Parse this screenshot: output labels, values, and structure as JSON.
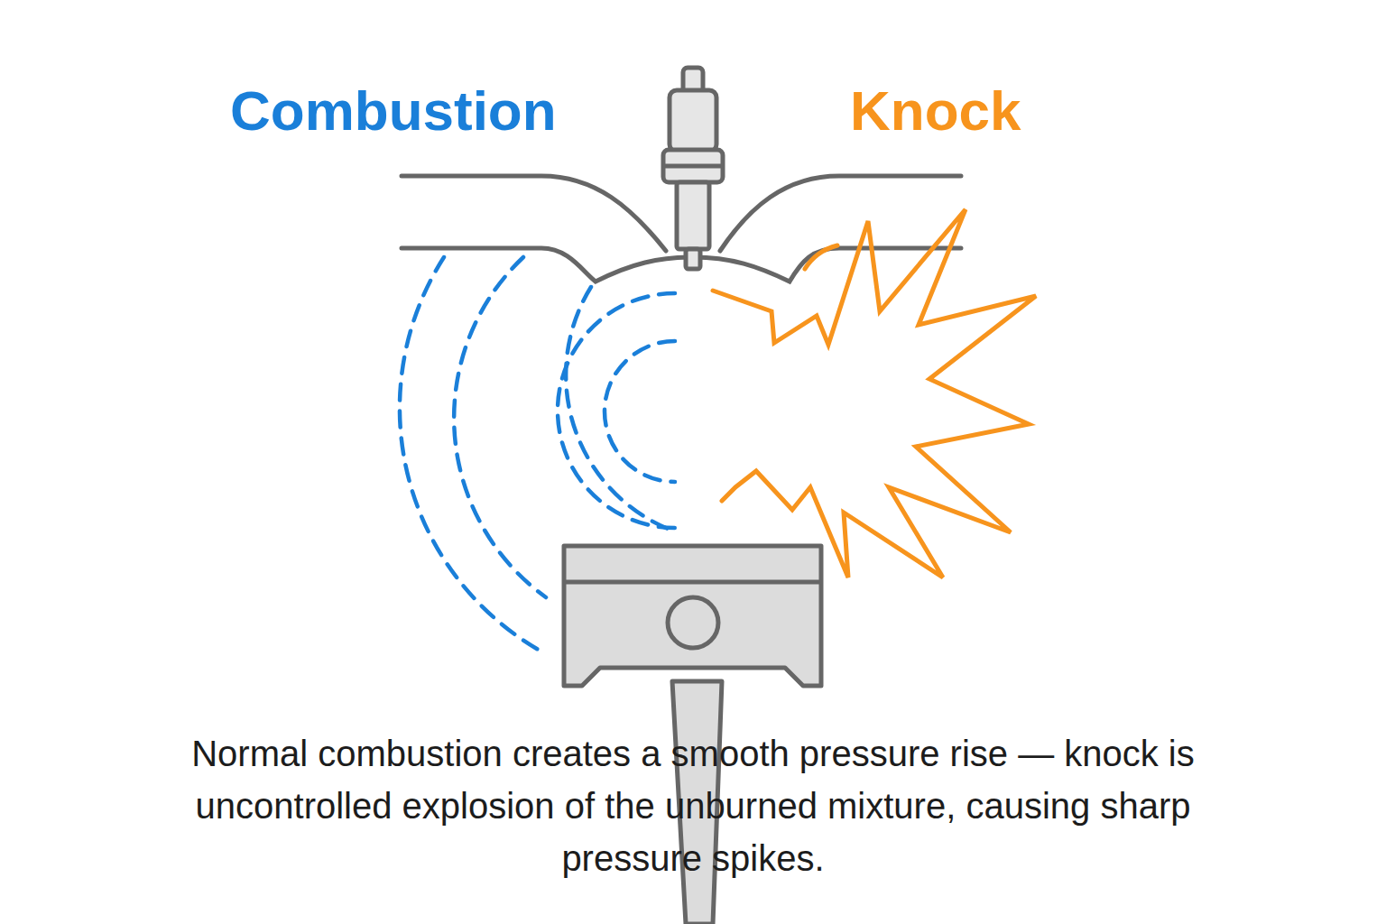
{
  "diagram": {
    "caption": "Normal combustion creates a smooth pressure rise — knock is uncontrolled explosion of the unburned mixture, causing sharp pressure spikes.",
    "labels": [
      "Combustion",
      "Knock"
    ]
  }
}
